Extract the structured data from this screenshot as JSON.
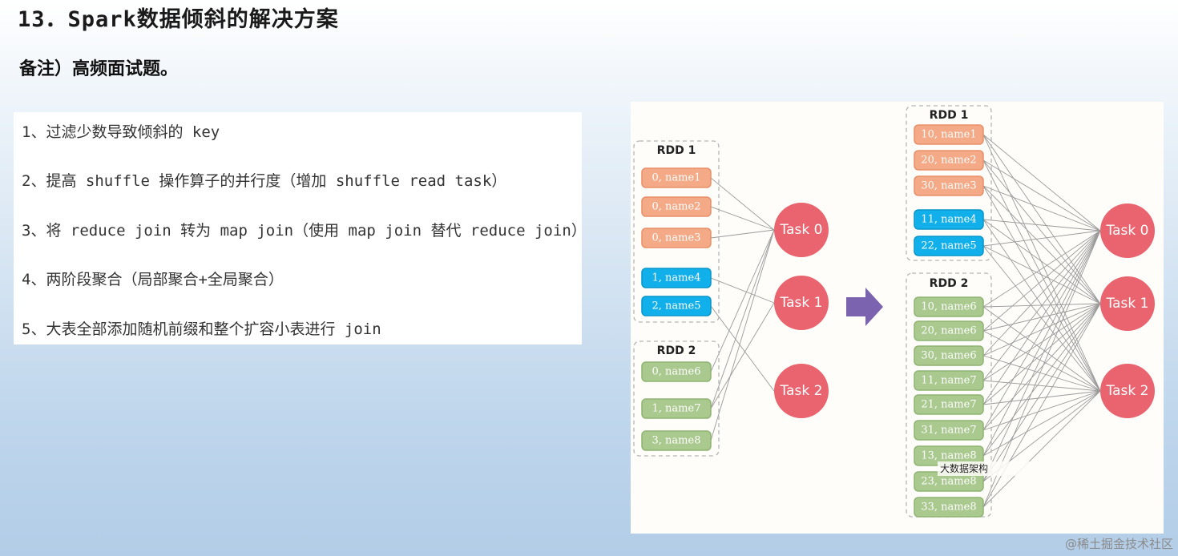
{
  "title": "13．Spark数据倾斜的解决方案",
  "note": "备注）高频面试题。",
  "items": [
    "1、过滤少数导致倾斜的 key",
    "2、提高 shuffle 操作算子的并行度（增加 shuffle read task）",
    "3、将 reduce join 转为 map join（使用 map join 替代 reduce join）",
    "4、两阶段聚合（局部聚合+全局聚合）",
    "5、大表全部添加随机前缀和整个扩容小表进行 join"
  ],
  "diagram": {
    "colors": {
      "orange": "#f4a987",
      "orange_border": "#e8906a",
      "blue": "#12b0ea",
      "blue_border": "#0895cc",
      "green": "#a9c98f",
      "green_border": "#8fb474",
      "task": "#e9646f",
      "arrow": "#7c63b0",
      "line": "#9a9a9a"
    },
    "left": {
      "rdd1": {
        "label": "RDD 1",
        "items": [
          {
            "text": "0, name1",
            "color": "orange"
          },
          {
            "text": "0, name2",
            "color": "orange"
          },
          {
            "text": "0, name3",
            "color": "orange"
          },
          {
            "text": "1, name4",
            "color": "blue"
          },
          {
            "text": "2, name5",
            "color": "blue"
          }
        ]
      },
      "rdd2": {
        "label": "RDD 2",
        "items": [
          {
            "text": "0, name6",
            "color": "green"
          },
          {
            "text": "1, name7",
            "color": "green"
          },
          {
            "text": "3, name8",
            "color": "green"
          }
        ]
      },
      "tasks": [
        "Task 0",
        "Task 1",
        "Task 2"
      ]
    },
    "right": {
      "rdd1": {
        "label": "RDD 1",
        "items": [
          {
            "text": "10, name1",
            "color": "orange"
          },
          {
            "text": "20, name2",
            "color": "orange"
          },
          {
            "text": "30, name3",
            "color": "orange"
          },
          {
            "text": "11, name4",
            "color": "blue"
          },
          {
            "text": "22, name5",
            "color": "blue"
          }
        ]
      },
      "rdd2": {
        "label": "RDD 2",
        "items": [
          {
            "text": "10, name6",
            "color": "green"
          },
          {
            "text": "20, name6",
            "color": "green"
          },
          {
            "text": "30, name6",
            "color": "green"
          },
          {
            "text": "11, name7",
            "color": "green"
          },
          {
            "text": "21, name7",
            "color": "green"
          },
          {
            "text": "31, name7",
            "color": "green"
          },
          {
            "text": "13, name8",
            "color": "green"
          },
          {
            "text": "23, name8",
            "color": "green"
          },
          {
            "text": "33, name8",
            "color": "green"
          }
        ]
      },
      "tasks": [
        "Task 0",
        "Task 1",
        "Task 2"
      ]
    },
    "inner_watermark": "大数据架构"
  },
  "watermark": "@稀土掘金技术社区"
}
